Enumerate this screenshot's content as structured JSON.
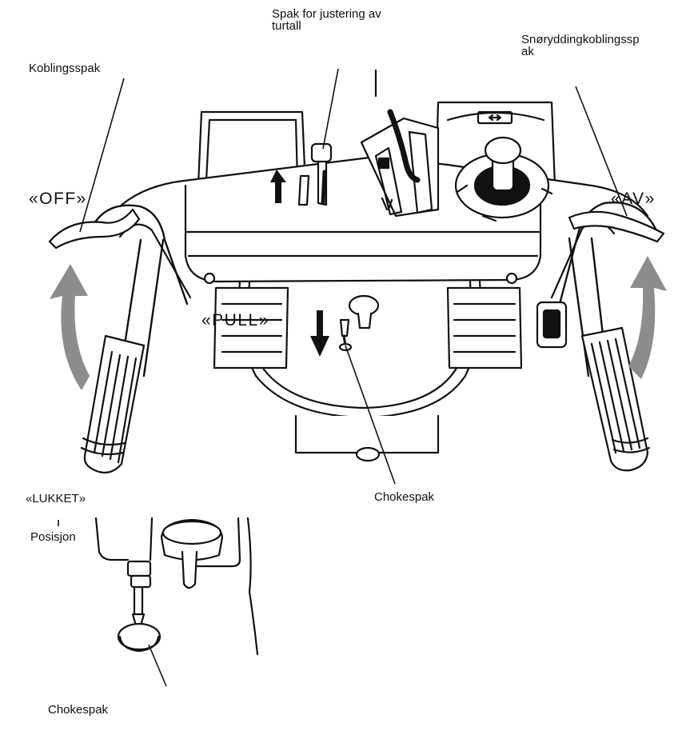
{
  "labels": {
    "throttle_lever": "Spak for justering av\nturtall",
    "clutch_lever": "Koblingsspak",
    "auger_clutch_lever": "Snøryddingkoblingssp\nak",
    "choke_lever_main": "Chokespak",
    "choke_lever_detail": "Chokespak",
    "position": "Posisjon"
  },
  "states": {
    "off": "«OFF»",
    "av": "«AV»",
    "pull": "«PULL»",
    "closed": "«LUKKET»"
  },
  "colors": {
    "line": "#111111",
    "arrow_gray": "#8c8c8c",
    "fill_white": "#ffffff",
    "fill_dark": "#1a1a1a"
  },
  "icons": {
    "up_arrow": "arrow-up-icon",
    "down_arrow": "arrow-down-icon"
  }
}
